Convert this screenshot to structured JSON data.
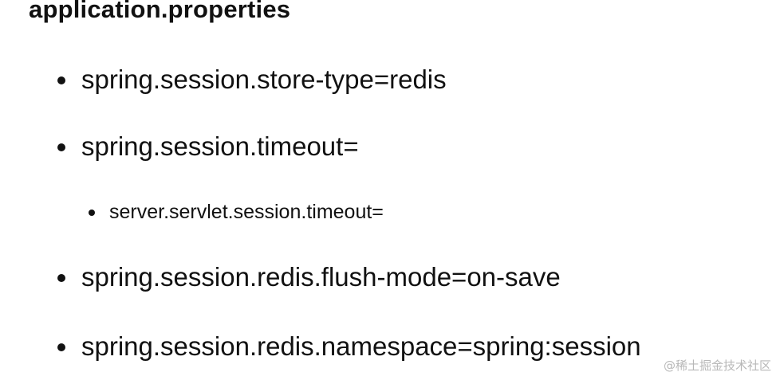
{
  "title": "application.properties",
  "items": [
    {
      "level": 1,
      "text": "spring.session.store-type=redis"
    },
    {
      "level": 1,
      "text": "spring.session.timeout="
    },
    {
      "level": 2,
      "text": "server.servlet.session.timeout="
    },
    {
      "level": 1,
      "text": "spring.session.redis.flush-mode=on-save"
    },
    {
      "level": 1,
      "text": "spring.session.redis.namespace=spring:session"
    }
  ],
  "watermark": "@稀土掘金技术社区"
}
